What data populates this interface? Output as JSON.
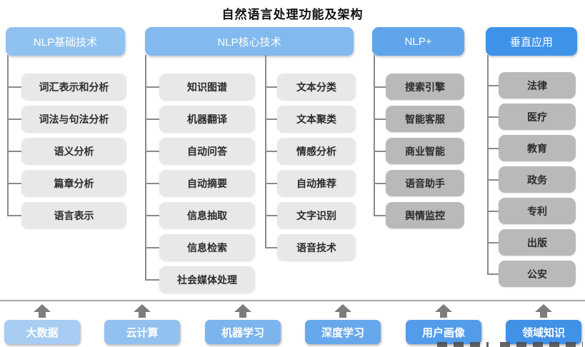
{
  "title": "自然语言处理功能及架构",
  "columns": [
    {
      "header": "NLP基础技术",
      "header_color": "#8fc2f0",
      "items": [
        "词汇表示和分析",
        "词法与句法分析",
        "语义分析",
        "篇章分析",
        "语言表示"
      ]
    },
    {
      "header": "NLP核心技术",
      "header_color": "#82b9ee",
      "items_left": [
        "知识图谱",
        "机器翻译",
        "自动问答",
        "自动摘要",
        "信息抽取",
        "信息检索",
        "社会媒体处理"
      ],
      "items_right": [
        "文本分类",
        "文本聚类",
        "情感分析",
        "自动推荐",
        "文字识别",
        "语音技术"
      ]
    },
    {
      "header": "NLP+",
      "header_color": "#60a5ea",
      "items": [
        "搜索引擎",
        "智能客服",
        "商业智能",
        "语音助手",
        "舆情监控"
      ]
    },
    {
      "header": "垂直应用",
      "header_color": "#3e93e8",
      "items": [
        "法律",
        "医疗",
        "教育",
        "政务",
        "专利",
        "出版",
        "公安"
      ]
    }
  ],
  "foundation": {
    "items": [
      {
        "label": "大数据",
        "color": "#a7cdf3"
      },
      {
        "label": "云计算",
        "color": "#92c1f0"
      },
      {
        "label": "机器学习",
        "color": "#7cb4ee"
      },
      {
        "label": "深度学习",
        "color": "#67a8ec"
      },
      {
        "label": "用户画像",
        "color": "#539cea"
      },
      {
        "label": "领域知识",
        "color": "#4191e7"
      }
    ]
  },
  "colors": {
    "item_box_light": "#e8e8e8",
    "item_box_dark": "#b9b9b9",
    "connector_line": "#8a8a8a",
    "arrow": "#7d7d7d",
    "separator_line": "#a6a6a6",
    "header_text": "#ffffff",
    "item_text": "#2b2b2b"
  }
}
